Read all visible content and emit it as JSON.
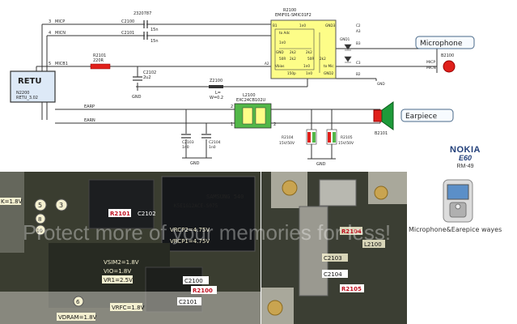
{
  "schematic": {
    "retu_label": "RETU",
    "retu_ref": "N2200",
    "retu_part": "RETU_3.02",
    "nets": {
      "micp": "MICP",
      "micn": "MICN",
      "micb1": "MICB1",
      "earp": "EARP",
      "earn": "EARN",
      "gnd": "GND",
      "gnd2": "GND",
      "gnd3": "GND",
      "gnd4": "GND"
    },
    "pins": {
      "p3": "3",
      "p4": "4",
      "p5": "5",
      "p2a": "2",
      "p1a": "1",
      "p2b": "2"
    },
    "components": {
      "cap_c2100": "C2100",
      "cap_c2100_val": "15n",
      "cap_c2101": "C2101",
      "cap_c2101_val": "15n",
      "part_top": "2320787",
      "r2101": "R2101",
      "r2101_val": "220R",
      "c2102": "C2102",
      "c2102_val": "2u2",
      "z2100": "Z2100",
      "z2100_val": "W=0.2",
      "z2100_l": "L=",
      "chip_ref": "R2100",
      "chip_part": "EMIF01-SMIC01F2",
      "l2100": "L2100",
      "l2100_part": "EXC24CB102U",
      "c2103": "C2103",
      "c2103_val": "1n0",
      "c2104": "C2104",
      "c2104_val": "1n0",
      "r2104": "R2104",
      "r2104_val": "15V/50V",
      "r2105": "R2105",
      "r2105_val": "15V/50V",
      "b2101": "B2101",
      "b2100": "B2100"
    },
    "chip_internal": {
      "to_adc": "to Adc",
      "gnd2": "GND2",
      "gnd1": "GND1",
      "vbias": "Vbias",
      "to_mic": "to Mic",
      "v150p": "150p",
      "v1n0a": "1n0",
      "v1n0b": "1n0",
      "v1n0c": "1n0",
      "v1n0d": "1n0",
      "r50a": "50R",
      "r50b": "50R",
      "r2k2a": "2k2",
      "r2k2b": "2k2",
      "r2k2c": "2k2",
      "r2k2d": "2k2",
      "pin_b1": "B1",
      "pin_c2": "C2",
      "pin_a3": "A3",
      "pin_b3": "B3",
      "pin_c3": "C3",
      "pin_a2": "A2",
      "pin_b2": "B2",
      "gnd3_lbl": "GND3",
      "gnd_a": "GND",
      "gnd_b": "GND"
    },
    "mic_side": {
      "micp": "MICP",
      "micn": "MICN"
    },
    "microphone_label": "Microphone",
    "earpiece_label": "Earpiece"
  },
  "board_left": {
    "voltage_k": "K=1.8V",
    "r2101": "R2101",
    "c2102": "C2102",
    "vrcp2": "VRCP2=4.75V",
    "vrcp1": "VRCP1=4.75V",
    "vsim2": "VSIM2=1.8V",
    "vio": "VIO=1.8V",
    "vr1": "VR1=2.5V",
    "c2100": "C2100",
    "r2100": "R2100",
    "c2101": "C2101",
    "vrfc": "VRFC=1.8V",
    "vdram": "VDRAM=1.8V",
    "chip_text1": "SAMSUNG 540",
    "chip_text2": "K5E1G12ACE-S075",
    "n5": "5",
    "n3": "3",
    "n8": "8",
    "n10": "10",
    "n6": "6"
  },
  "board_right": {
    "r2104": "R2104",
    "l2100": "L2100",
    "c2103": "C2103",
    "c2104": "C2104",
    "r2105": "R2105"
  },
  "watermark": "Protect more of your memories for less!",
  "nokia": {
    "brand": "NOKIA",
    "model": "E60",
    "rm": "RM-49"
  },
  "caption": "Microphone&Earepice wayes",
  "colors": {
    "chip_yellow": "#fdfd88",
    "red": "#e0201b",
    "pcb_dark": "#2f3328",
    "label_white": "#ffffff"
  }
}
